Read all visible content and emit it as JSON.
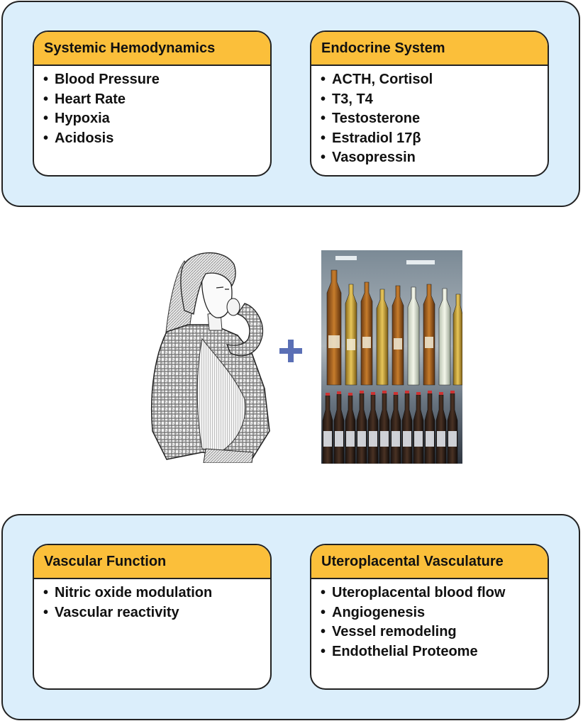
{
  "colors": {
    "panel_bg": "#dbeefb",
    "header_bg": "#fbbf3a",
    "plus_color": "#5a6fb5"
  },
  "top_panel": {
    "systemic_hemodynamics": {
      "title": "Systemic Hemodynamics",
      "items": [
        "Blood Pressure",
        "Heart Rate",
        "Hypoxia",
        "Acidosis"
      ]
    },
    "endocrine_system": {
      "title": "Endocrine System",
      "items": [
        "ACTH, Cortisol",
        "T3, T4",
        "Testosterone",
        "Estradiol 17β",
        "Vasopressin"
      ]
    }
  },
  "middle": {
    "woman_icon": "pregnant-woman-illustration",
    "plus_icon": "plus-icon",
    "bottles_icon": "alcohol-bottles-photo"
  },
  "bottom_panel": {
    "vascular_function": {
      "title": "Vascular Function",
      "items": [
        "Nitric oxide modulation",
        "Vascular reactivity"
      ]
    },
    "uteroplacental_vasculature": {
      "title": "Uteroplacental Vasculature",
      "items": [
        "Uteroplacental blood flow",
        "Angiogenesis",
        "Vessel remodeling",
        "Endothelial Proteome"
      ]
    }
  }
}
